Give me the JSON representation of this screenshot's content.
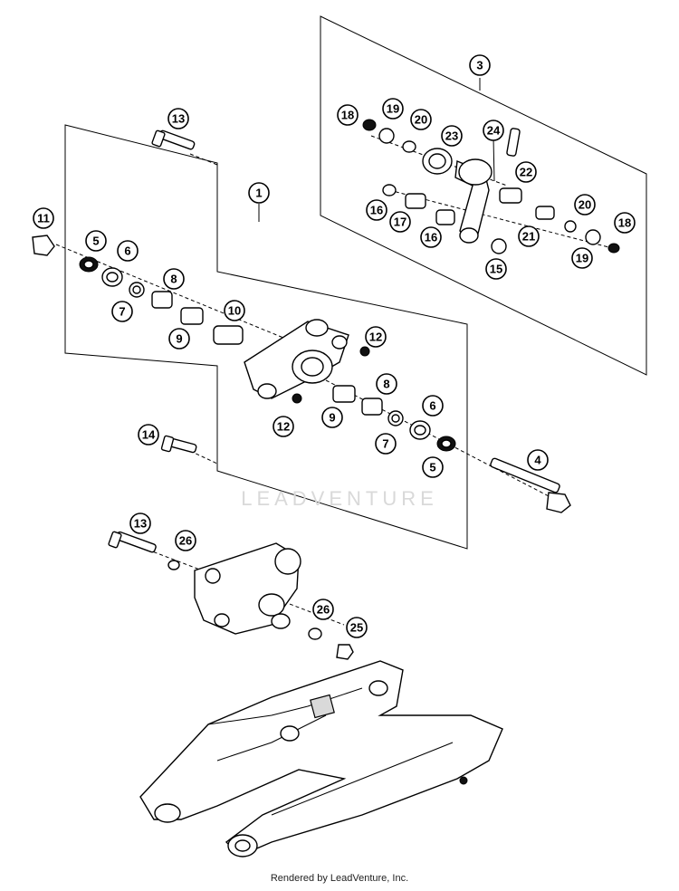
{
  "footer_text": "Rendered by LeadVenture, Inc.",
  "watermark_text": "LEADVENTURE",
  "callouts": [
    "1",
    "3",
    "4",
    "5",
    "5",
    "6",
    "6",
    "7",
    "7",
    "8",
    "8",
    "9",
    "9",
    "10",
    "11",
    "12",
    "12",
    "13",
    "13",
    "14",
    "15",
    "16",
    "16",
    "17",
    "18",
    "18",
    "19",
    "19",
    "20",
    "20",
    "21",
    "22",
    "23",
    "24",
    "25",
    "26",
    "26"
  ]
}
